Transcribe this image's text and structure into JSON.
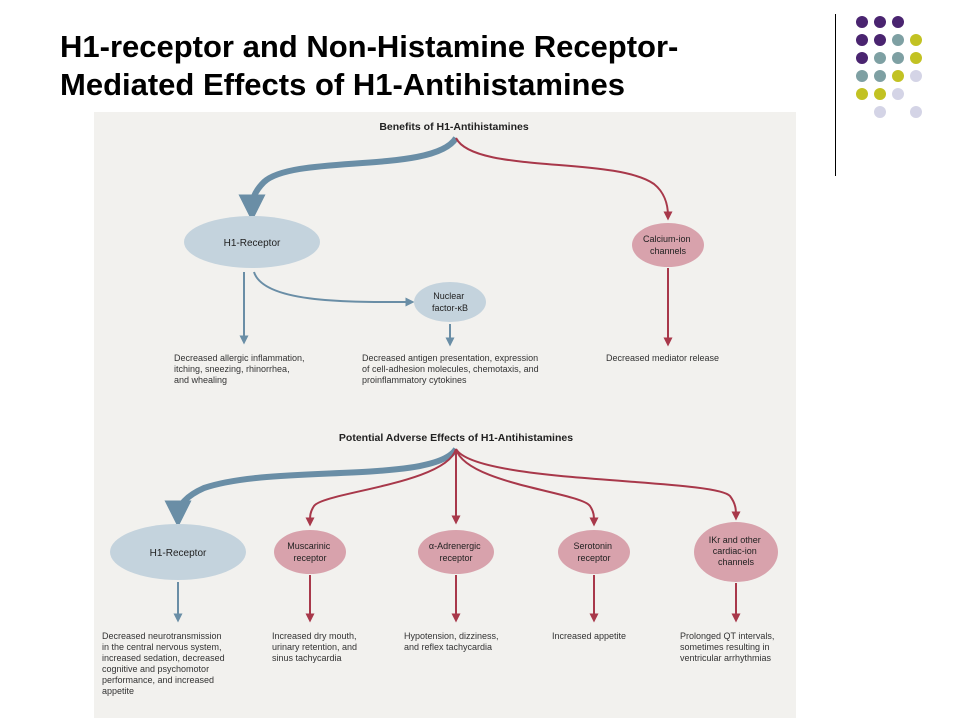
{
  "title": {
    "line1": "H1-receptor and Non-Histamine Receptor-",
    "line2": "Mediated Effects of H1-Antihistamines"
  },
  "colors": {
    "purple": "#4a2470",
    "teal": "#7ea0a3",
    "lime": "#c2c223",
    "lavender": "#d4d4e6",
    "steel_arrow": "#6a8ea6",
    "red_arrow": "#a8384a",
    "blue_node": "#c4d3dd",
    "pink_node": "#d8a2ac"
  },
  "benefits": {
    "heading": "Benefits of H1-Antihistamines",
    "h1_receptor": "H1-Receptor",
    "nfkb": [
      "Nuclear",
      "factor-κB"
    ],
    "calcium": [
      "Calcium-ion",
      "channels"
    ],
    "effect_allergic": [
      "Decreased allergic inflammation,",
      "itching, sneezing, rhinorrhea,",
      "and whealing"
    ],
    "effect_antigen": [
      "Decreased antigen presentation, expression",
      "of cell-adhesion molecules, chemotaxis, and",
      "proinflammatory cytokines"
    ],
    "effect_mediator": [
      "Decreased mediator release"
    ]
  },
  "adverse": {
    "heading": "Potential Adverse Effects of H1-Antihistamines",
    "h1_receptor": "H1-Receptor",
    "muscarinic": [
      "Muscarinic",
      "receptor"
    ],
    "alpha": [
      "α-Adrenergic",
      "receptor"
    ],
    "serotonin": [
      "Serotonin",
      "receptor"
    ],
    "ikr": [
      "IKr and other",
      "cardiac-ion",
      "channels"
    ],
    "effect_cns": [
      "Decreased neurotransmission",
      "in the central nervous system,",
      "increased sedation, decreased",
      "cognitive and psychomotor",
      "performance, and increased",
      "appetite"
    ],
    "effect_dry": [
      "Increased dry mouth,",
      "urinary retention, and",
      "sinus tachycardia"
    ],
    "effect_hypo": [
      "Hypotension, dizziness,",
      "and reflex tachycardia"
    ],
    "effect_appetite": [
      "Increased appetite"
    ],
    "effect_qt": [
      "Prolonged QT intervals,",
      "sometimes resulting in",
      "ventricular arrhythmias"
    ]
  }
}
